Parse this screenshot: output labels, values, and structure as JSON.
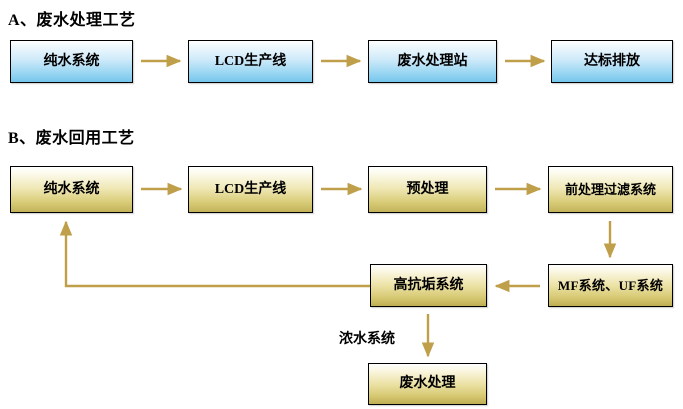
{
  "diagram": {
    "title_a": "A、废水处理工艺",
    "title_b": "B、废水回用工艺",
    "colors": {
      "blue_fill_top": "#ffffff",
      "blue_fill_bottom": "#75c6ec",
      "gold_fill_top": "#ffffff",
      "gold_fill_bottom": "#c2b35a",
      "arrow": "#bf9f49",
      "border": "#000000"
    }
  },
  "process_a": {
    "nodes": [
      {
        "id": "a1",
        "label": "纯水系统"
      },
      {
        "id": "a2",
        "label": "LCD生产线"
      },
      {
        "id": "a3",
        "label": "废水处理站"
      },
      {
        "id": "a4",
        "label": "达标排放"
      }
    ]
  },
  "process_b": {
    "nodes": [
      {
        "id": "b1",
        "label": "纯水系统"
      },
      {
        "id": "b2",
        "label": "LCD生产线"
      },
      {
        "id": "b3",
        "label": "预处理"
      },
      {
        "id": "b4",
        "label": "前处理过滤系统"
      },
      {
        "id": "b5",
        "label": "MF系统、UF系统"
      },
      {
        "id": "b6",
        "label": "高抗垢系统"
      },
      {
        "id": "b7",
        "label": "废水处理"
      }
    ],
    "edge_labels": [
      {
        "id": "e_concentrate",
        "label": "浓水系统"
      }
    ]
  }
}
